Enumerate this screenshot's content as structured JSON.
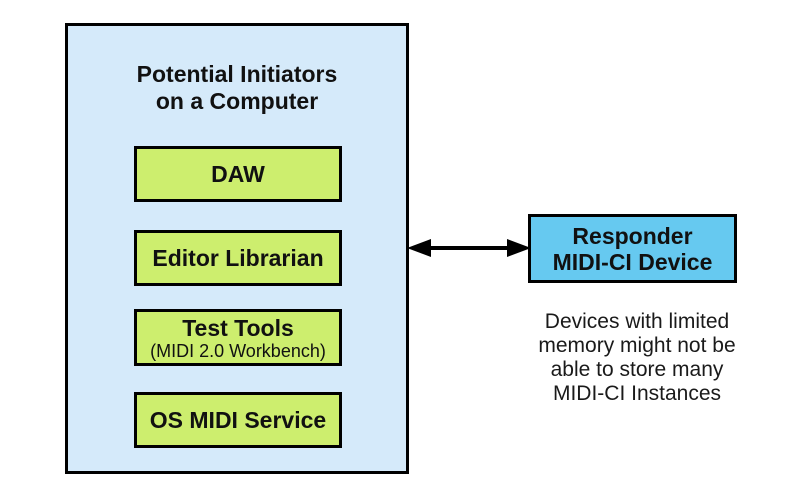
{
  "colors": {
    "container_fill": "#d5eafa",
    "initiator_box_fill": "#cdee6e",
    "responder_fill": "#66c9f0",
    "border": "#000000",
    "background": "#ffffff"
  },
  "initiators": {
    "title_line1": "Potential Initiators",
    "title_line2": "on a Computer",
    "boxes": [
      {
        "label": "DAW"
      },
      {
        "label": "Editor Librarian"
      },
      {
        "label": "Test Tools",
        "sublabel": "(MIDI 2.0 Workbench)"
      },
      {
        "label": "OS MIDI Service"
      }
    ]
  },
  "connector": {
    "type": "double-headed-arrow"
  },
  "responder": {
    "label_line1": "Responder",
    "label_line2": "MIDI-CI Device",
    "caption_lines": [
      "Devices with limited",
      "memory might not be",
      "able to store many",
      "MIDI-CI Instances"
    ]
  }
}
